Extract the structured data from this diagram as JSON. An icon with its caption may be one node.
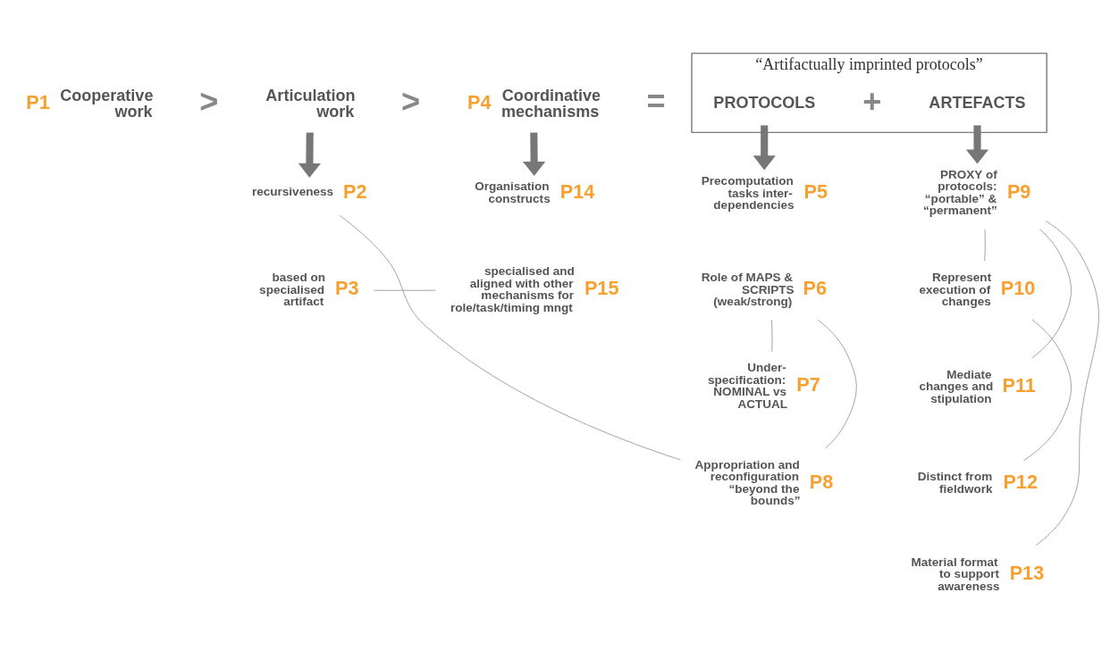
{
  "diagram": {
    "nodes": [
      {
        "text": [
          "Cooperative work"
        ],
        "beside": [
          "P1"
        ]
      },
      {
        "text": [
          "Articulation work"
        ]
      },
      {
        "text": [
          "Coordinative mechanisms"
        ],
        "beside": [
          "P4"
        ]
      },
      {
        "text": [
          "“Artifactually imprinted protocols”"
        ]
      },
      {
        "text": [
          "PROTOCOLS"
        ],
        "in": 3
      },
      {
        "text": [
          "ARTEFACTS"
        ],
        "in": 3
      },
      {
        "text": [
          "recursiveness"
        ],
        "beside": [
          "P2"
        ]
      },
      {
        "text": [
          "based on specialised artifact"
        ],
        "beside": [
          "P3"
        ]
      },
      {
        "text": [
          "Organisation constructs"
        ],
        "beside": [
          "P14"
        ]
      },
      {
        "text": [
          "specialised and aligned with other mechanisms for role/task/timing mngt"
        ],
        "beside": [
          "P15"
        ]
      },
      {
        "text": [
          "Precomputation tasks inter- dependencies"
        ],
        "beside": [
          "P5"
        ]
      },
      {
        "text": [
          "Role of MAPS & SCRIPTS (weak/strong)"
        ],
        "beside": [
          "P6"
        ]
      },
      {
        "text": [
          "Under- specification: NOMINAL vs ACTUAL"
        ],
        "beside": [
          "P7"
        ]
      },
      {
        "text": [
          "Appropriation and reconfiguration “beyond the bounds”"
        ],
        "beside": [
          "P8"
        ]
      },
      {
        "text": [
          "PROXY of protocols: “portable” & “permanent”"
        ],
        "beside": [
          "P9"
        ]
      },
      {
        "text": [
          "Represent execution of changes"
        ],
        "beside": [
          "P10"
        ]
      },
      {
        "text": [
          "Mediate changes and stipulation"
        ],
        "beside": [
          "P11"
        ]
      },
      {
        "text": [
          "Distinct from fieldwork"
        ],
        "beside": [
          "P12"
        ]
      },
      {
        "text": [
          "Material format to support awareness"
        ],
        "beside": [
          "P13"
        ]
      }
    ],
    "edges": [
      {
        "from": 1,
        "to": 6,
        "arrow": "to",
        "style": "thick"
      },
      {
        "from": 2,
        "to": 8,
        "arrow": "to",
        "style": "thick"
      },
      {
        "from": 4,
        "to": 10,
        "arrow": "to",
        "style": "thick"
      },
      {
        "from": 5,
        "to": 14,
        "arrow": "to",
        "style": "thick"
      },
      {
        "from": 6,
        "to": 13,
        "arrow": "none"
      },
      {
        "from": 7,
        "to": 9,
        "arrow": "none"
      },
      {
        "from": 11,
        "to": 12,
        "arrow": "none"
      },
      {
        "from": 11,
        "to": 13,
        "arrow": "none"
      },
      {
        "from": 14,
        "to": 15,
        "arrow": "none"
      },
      {
        "from": 14,
        "to": 16,
        "arrow": "none"
      },
      {
        "from": 14,
        "to": 18,
        "arrow": "none"
      },
      {
        "from": 15,
        "to": 17,
        "arrow": "none"
      }
    ],
    "labels": [
      ">",
      ">",
      "=",
      "+"
    ]
  }
}
